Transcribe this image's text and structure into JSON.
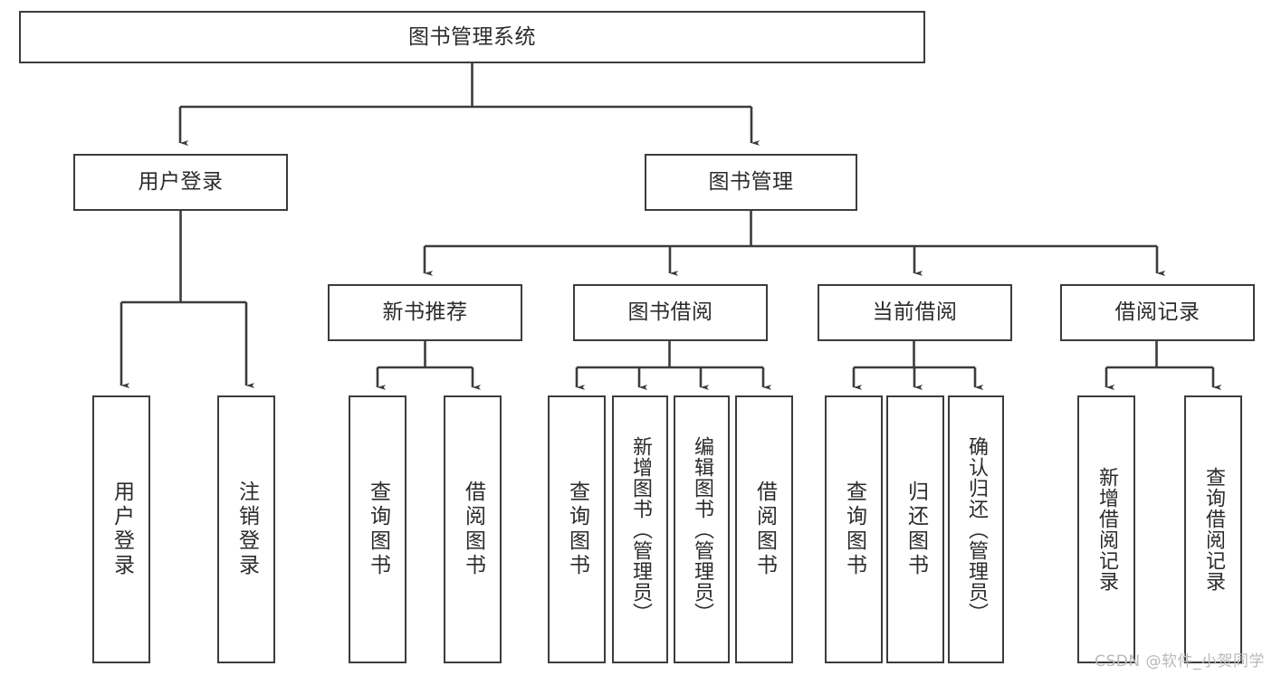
{
  "diagram": {
    "type": "tree-hierarchy",
    "title": "图书管理系统",
    "line_color": "#3c3c3c",
    "box_fill": "#ffffff",
    "text_color": "#2b2b2b",
    "watermark": "CSDN @软件_小贺同学",
    "levels": 3,
    "nodes": {
      "root": {
        "label": "图书管理系统"
      },
      "level2": [
        {
          "id": "user-login",
          "label": "用户登录"
        },
        {
          "id": "book-manage",
          "label": "图书管理"
        }
      ],
      "level3": [
        {
          "id": "new-book-recommend",
          "label": "新书推荐"
        },
        {
          "id": "book-borrow",
          "label": "图书借阅"
        },
        {
          "id": "current-borrow",
          "label": "当前借阅"
        },
        {
          "id": "borrow-record",
          "label": "借阅记录"
        }
      ],
      "leaves": {
        "user_login": [
          {
            "id": "leaf-user-login",
            "label": "用户登录"
          },
          {
            "id": "leaf-logout-login",
            "label": "注销登录"
          }
        ],
        "new_book_recommend": [
          {
            "id": "leaf-query-book-1",
            "label": "查询图书"
          },
          {
            "id": "leaf-borrow-book-1",
            "label": "借阅图书"
          }
        ],
        "book_borrow": [
          {
            "id": "leaf-query-book-2",
            "label": "查询图书"
          },
          {
            "id": "leaf-add-book",
            "label": "新增图书（管理员）"
          },
          {
            "id": "leaf-edit-book",
            "label": "编辑图书（管理员）"
          },
          {
            "id": "leaf-borrow-book-2",
            "label": "借阅图书"
          }
        ],
        "current_borrow": [
          {
            "id": "leaf-query-book-3",
            "label": "查询图书"
          },
          {
            "id": "leaf-return-book",
            "label": "归还图书"
          },
          {
            "id": "leaf-confirm-return",
            "label": "确认归还（管理员）"
          }
        ],
        "borrow_record": [
          {
            "id": "leaf-add-record",
            "label": "新增借阅记录"
          },
          {
            "id": "leaf-query-record",
            "label": "查询借阅记录"
          }
        ]
      }
    }
  }
}
